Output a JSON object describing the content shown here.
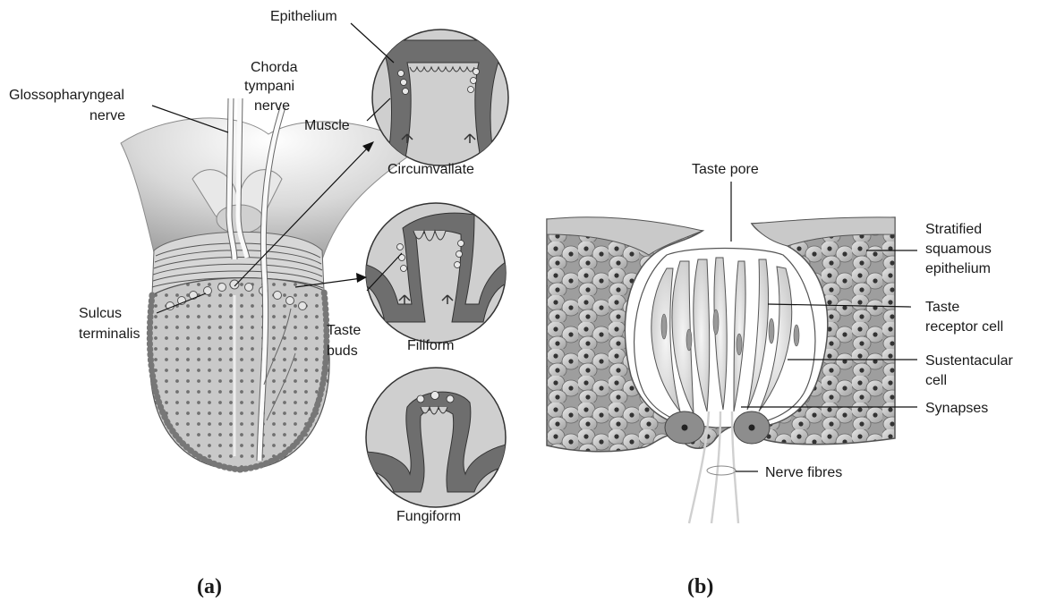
{
  "panel_a": {
    "caption": "(a)",
    "labels": {
      "glosso_1": "Glossopharyngeal",
      "glosso_2": "nerve",
      "chorda_1": "Chorda",
      "chorda_2": "tympani",
      "chorda_3": "nerve",
      "epithelium": "Epithelium",
      "muscle": "Muscle",
      "sulcus_1": "Sulcus",
      "sulcus_2": "terminalis",
      "taste_1": "Taste",
      "taste_2": "buds"
    },
    "papillae": [
      {
        "name": "Circumvallate"
      },
      {
        "name": "Filiform"
      },
      {
        "name": "Fungiform"
      }
    ]
  },
  "panel_b": {
    "caption": "(b)",
    "labels": {
      "taste_pore": "Taste pore",
      "strat_1": "Stratified",
      "strat_2": "squamous",
      "strat_3": "epithelium",
      "receptor_1": "Taste",
      "receptor_2": "receptor cell",
      "sust_1": "Sustentacular",
      "sust_2": "cell",
      "synapses": "Synapses",
      "nerve_fibres": "Nerve fibres"
    }
  },
  "colors": {
    "tongue_body": "#c6c6c6",
    "papilla_tissue": "#6e6e6e",
    "circle_fill": "#cfcfcf",
    "epithelium_cells": "#bdbdbd",
    "cell_nucleus": "#333333"
  }
}
